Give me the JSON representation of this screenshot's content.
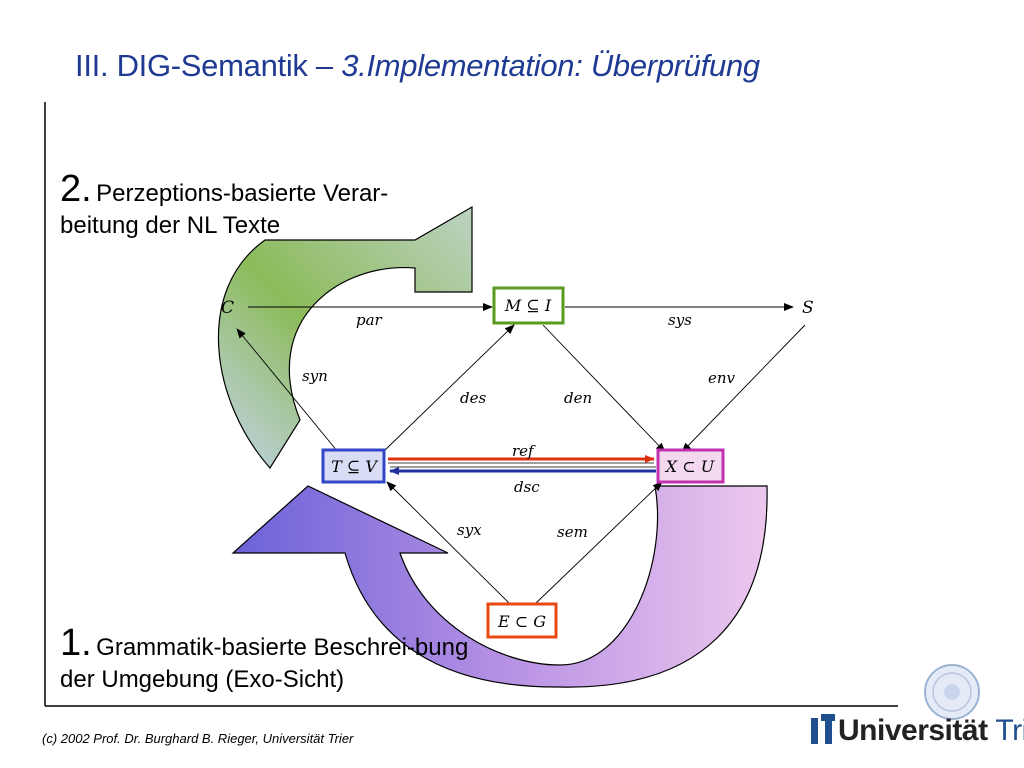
{
  "title": {
    "main": "III. DIG-Semantik – ",
    "sub": "3.Implementation: Überprüfung"
  },
  "points": {
    "second": {
      "number": "2.",
      "text": "Perzeptions-basierte Verar-beitung der NL Texte"
    },
    "first": {
      "number": "1.",
      "text": "Grammatik-basierte Beschrei-bung der Umgebung (Exo-Sicht)"
    }
  },
  "diagram": {
    "nodes": {
      "C": "C",
      "S": "S",
      "M": "M ⊆ I",
      "T": "T ⊆ V",
      "X": "X ⊂ U",
      "E": "E ⊂ G"
    },
    "edges": {
      "par": "par",
      "sys": "sys",
      "syn": "syn",
      "des": "des",
      "den": "den",
      "env": "env",
      "ref": "ref",
      "dsc": "dsc",
      "syx": "syx",
      "sem": "sem"
    },
    "colors": {
      "M_box": "#5a9a1e",
      "T_box": "#3346c8",
      "X_box": "#c030b0",
      "E_box": "#e84a12",
      "ref_arrow": "#e03010",
      "dsc_arrow": "#2030a0"
    }
  },
  "footer": "(c) 2002  Prof. Dr. Burghard B. Rieger, Universität Trier",
  "logo": {
    "bold": "Universität",
    "light": "Trier"
  }
}
